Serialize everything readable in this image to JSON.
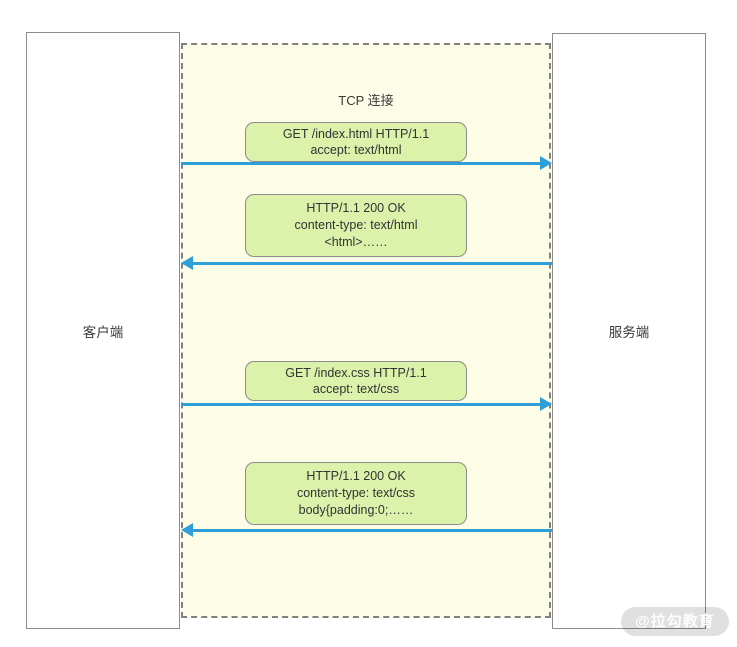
{
  "diagram": {
    "client_label": "客户端",
    "server_label": "服务端",
    "tcp_title": "TCP 连接",
    "messages": [
      {
        "direction": "client-to-server",
        "lines": [
          "GET /index.html HTTP/1.1",
          "accept: text/html"
        ]
      },
      {
        "direction": "server-to-client",
        "lines": [
          "HTTP/1.1 200 OK",
          "content-type: text/html",
          "<html>……"
        ]
      },
      {
        "direction": "client-to-server",
        "lines": [
          "GET /index.css HTTP/1.1",
          "accept: text/css"
        ]
      },
      {
        "direction": "server-to-client",
        "lines": [
          "HTTP/1.1 200 OK",
          "content-type: text/css",
          "body{padding:0;……"
        ]
      }
    ],
    "watermark": "@拉勾教育",
    "colors": {
      "arrow": "#2E9FD9",
      "message_fill": "#DCF1AA",
      "message_border": "#8C8C8C",
      "region_fill": "#FDFDE7",
      "region_border": "#808080",
      "box_border": "#8C8C8C"
    }
  }
}
